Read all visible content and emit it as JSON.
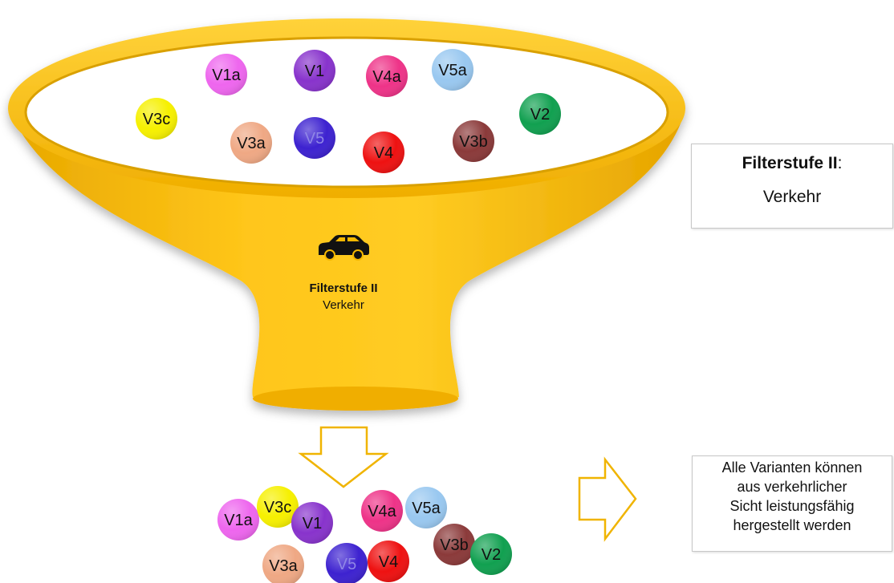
{
  "colors": {
    "funnel": "#f5b800",
    "funnel_dark": "#d89a00",
    "funnel_light": "#ffd84a",
    "arrow_outline": "#f0b400"
  },
  "funnel": {
    "icon": "car-icon",
    "title": "Filterstufe II",
    "subtitle": "Verkehr"
  },
  "top_variants": [
    {
      "id": "V1a",
      "color": "#ee66ee"
    },
    {
      "id": "V1",
      "color": "#8833cc"
    },
    {
      "id": "V4a",
      "color": "#ee3388"
    },
    {
      "id": "V5a",
      "color": "#99c8f0"
    },
    {
      "id": "V3c",
      "color": "#f6f000"
    },
    {
      "id": "V3a",
      "color": "#efa884"
    },
    {
      "id": "V5",
      "color": "#3d22d0"
    },
    {
      "id": "V4",
      "color": "#ee1111"
    },
    {
      "id": "V3b",
      "color": "#8b3a3a"
    },
    {
      "id": "V2",
      "color": "#11a050"
    }
  ],
  "bottom_variants": [
    {
      "id": "V1a",
      "color": "#ee66ee"
    },
    {
      "id": "V3c",
      "color": "#f6f000"
    },
    {
      "id": "V1",
      "color": "#8833cc"
    },
    {
      "id": "V4a",
      "color": "#ee3388"
    },
    {
      "id": "V5a",
      "color": "#99c8f0"
    },
    {
      "id": "V3b",
      "color": "#8b3a3a"
    },
    {
      "id": "V2",
      "color": "#11a050"
    },
    {
      "id": "V3a",
      "color": "#efa884"
    },
    {
      "id": "V5",
      "color": "#3d22d0"
    },
    {
      "id": "V4",
      "color": "#ee1111"
    }
  ],
  "side_box": {
    "title": "Filterstufe II",
    "colon": ":",
    "subtitle": "Verkehr"
  },
  "conclusion": {
    "lines": [
      "Alle Varianten können",
      "aus verkehrlicher",
      "Sicht leistungsfähig",
      "hergestellt werden"
    ]
  }
}
